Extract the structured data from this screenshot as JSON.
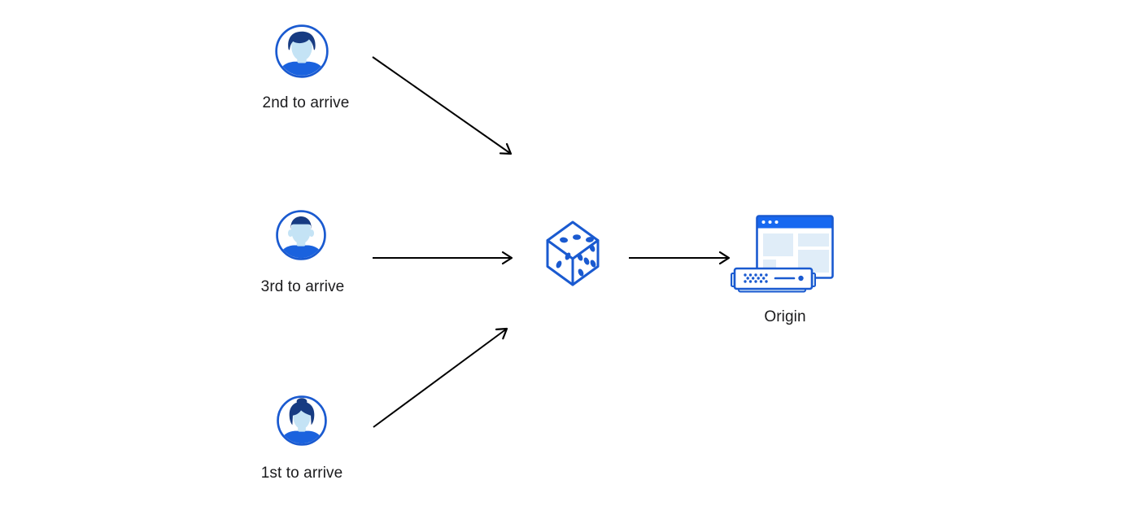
{
  "colors": {
    "background": "#ffffff",
    "stroke_blue": "#1a5ad0",
    "navy_blue": "#173b82",
    "face_blue": "#c4e3f5",
    "shirt_blue": "#1a62de",
    "titlebar_blue": "#1768f0",
    "panel_blue": "#e0edf8",
    "tab_blue": "#d8eaf9",
    "arrow_black": "#000000",
    "label_text": "#1b1b1d"
  },
  "nodes": {
    "visitor_top": {
      "label": "2nd to arrive",
      "icon": "male-user-avatar-icon"
    },
    "visitor_middle": {
      "label": "3rd to arrive",
      "icon": "male-user-avatar-icon"
    },
    "visitor_bottom": {
      "label": "1st to arrive",
      "icon": "female-user-avatar-icon"
    },
    "randomizer": {
      "icon": "dice-icon"
    },
    "origin": {
      "label": "Origin",
      "icon": "origin-server-icon"
    }
  },
  "arrows": [
    {
      "from": "visitor_top",
      "to": "randomizer"
    },
    {
      "from": "visitor_middle",
      "to": "randomizer"
    },
    {
      "from": "visitor_bottom",
      "to": "randomizer"
    },
    {
      "from": "randomizer",
      "to": "origin"
    }
  ]
}
